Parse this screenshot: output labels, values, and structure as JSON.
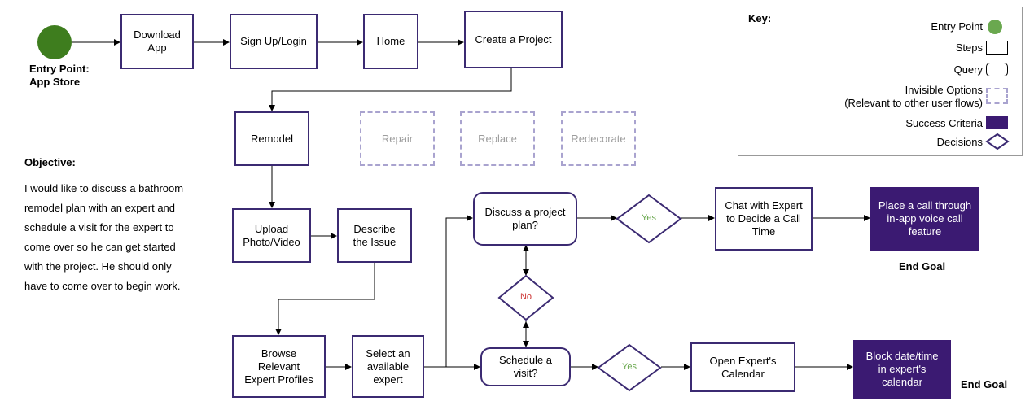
{
  "entry": {
    "label": "Entry Point:\nApp Store"
  },
  "steps": {
    "download": "Download\nApp",
    "signup": "Sign Up/Login",
    "home": "Home",
    "create": "Create a Project",
    "remodel": "Remodel",
    "repair": "Repair",
    "replace": "Replace",
    "redecorate": "Redecorate",
    "upload": "Upload\nPhoto/Video",
    "describe": "Describe\nthe Issue",
    "browse": "Browse\nRelevant\nExpert Profiles",
    "select": "Select an\navailable\nexpert",
    "discuss": "Discuss a project\nplan?",
    "schedule": "Schedule a\nvisit?",
    "chat": "Chat with Expert\nto Decide a Call\nTime",
    "calendar": "Open Expert's\nCalendar",
    "place_call": "Place a call through\nin-app voice call\nfeature",
    "block_date": "Block date/time\nin expert's\ncalendar"
  },
  "decisions": {
    "yes_top": "Yes",
    "no": "No",
    "yes_bottom": "Yes"
  },
  "end_goal": "End Goal",
  "objective": {
    "title": "Objective:",
    "text": "I would like to discuss a bathroom remodel plan with an expert and schedule a visit for the expert to come over so he can get started with the project. He should only have to come over to begin work."
  },
  "key": {
    "title": "Key:",
    "entry_point": "Entry Point",
    "steps": "Steps",
    "query": "Query",
    "invisible": "Invisible Options\n(Relevant to other user flows)",
    "success": "Success Criteria",
    "decisions": "Decisions"
  },
  "colors": {
    "purple": "#3b1a72",
    "green": "#3e7d1e",
    "key_green": "#6aa84f",
    "yes": "#6aa84f",
    "no": "#cc3333"
  }
}
